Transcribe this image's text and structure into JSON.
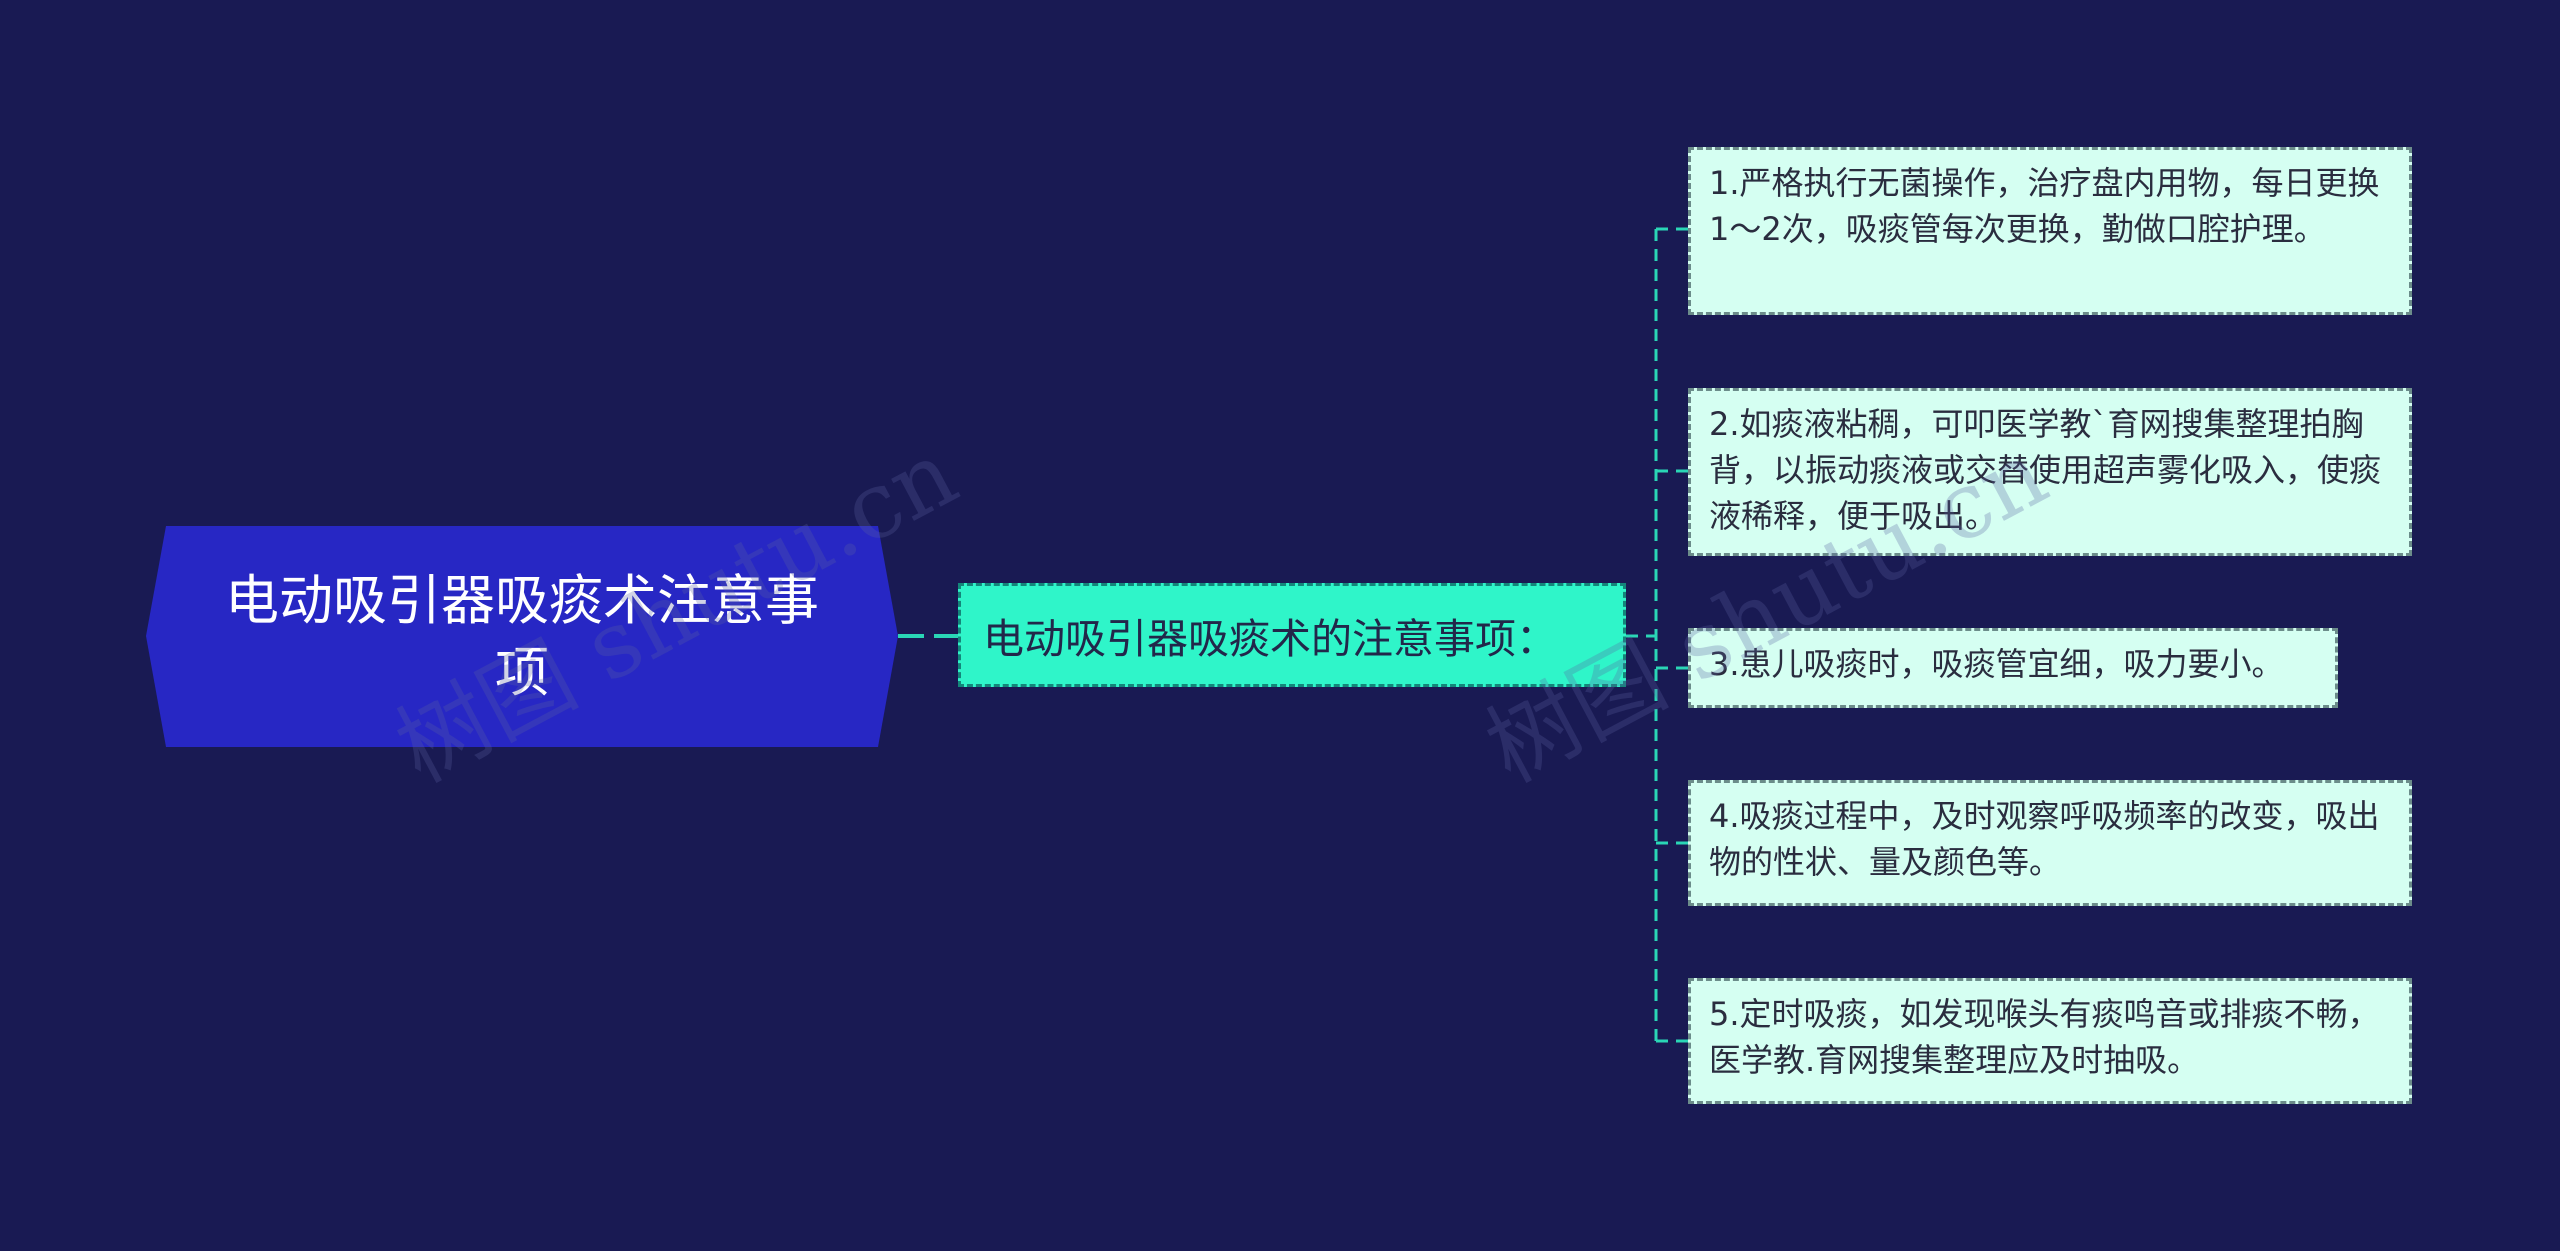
{
  "root": {
    "label": "电动吸引器吸痰术注意事项"
  },
  "branch": {
    "label": "电动吸引器吸痰术的注意事项："
  },
  "leaves": [
    {
      "text": "1.严格执行无菌操作，治疗盘内用物，每日更换1～2次，吸痰管每次更换，勤做口腔护理。"
    },
    {
      "text": "2.如痰液粘稠，可叩医学教`育网搜集整理拍胸背，以振动痰液或交替使用超声雾化吸入，使痰液稀释，便于吸出。"
    },
    {
      "text": "3.患儿吸痰时，吸痰管宜细，吸力要小。"
    },
    {
      "text": "4.吸痰过程中，及时观察呼吸频率的改变，吸出物的性状、量及颜色等。"
    },
    {
      "text": "5.定时吸痰，如发现喉头有痰鸣音或排痰不畅，医学教.育网搜集整理应及时抽吸。"
    }
  ],
  "watermarks": {
    "left": "树图 shutu.cn",
    "right": "树图 shutu.cn"
  },
  "colors": {
    "background": "#191a53",
    "root_fill": "#2727c4",
    "branch_fill": "#2ff5c9",
    "leaf_fill": "#d5fff2",
    "connector": "#2ad6b6"
  }
}
